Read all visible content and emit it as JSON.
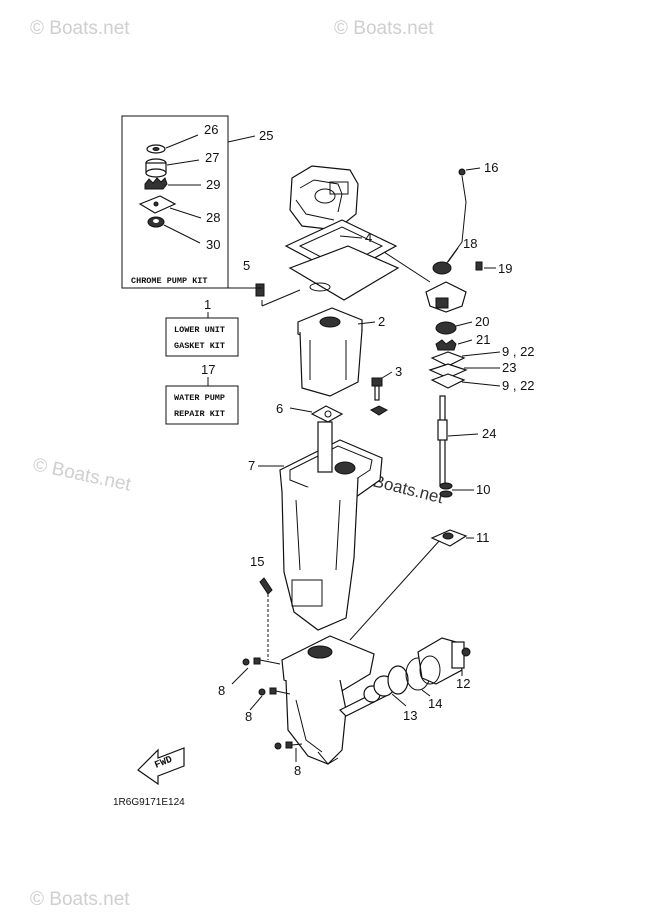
{
  "watermarks": [
    "© Boats.net",
    "© Boats.net",
    "© Boats.net",
    "© Boats.net",
    "Boats.net"
  ],
  "kits": {
    "chrome_pump": "CHROME PUMP KIT",
    "lower_unit_line1": "LOWER UNIT",
    "lower_unit_line2": "GASKET KIT",
    "water_pump_line1": "WATER PUMP",
    "water_pump_line2": "REPAIR KIT"
  },
  "callouts": {
    "c1": "1",
    "c2": "2",
    "c3": "3",
    "c4": "4",
    "c5": "5",
    "c6": "6",
    "c7": "7",
    "c8a": "8",
    "c8b": "8",
    "c8c": "8",
    "c9_22a": "9 , 22",
    "c9_22b": "9 , 22",
    "c10": "10",
    "c11": "11",
    "c12": "12",
    "c13": "13",
    "c14": "14",
    "c15": "15",
    "c16": "16",
    "c17": "17",
    "c18": "18",
    "c19": "19",
    "c20": "20",
    "c21": "21",
    "c23": "23",
    "c24": "24",
    "c25": "25",
    "c26": "26",
    "c27": "27",
    "c28": "28",
    "c29": "29",
    "c30": "30"
  },
  "fwd_label": "FWD",
  "diagram_code": "1R6G9171E124"
}
